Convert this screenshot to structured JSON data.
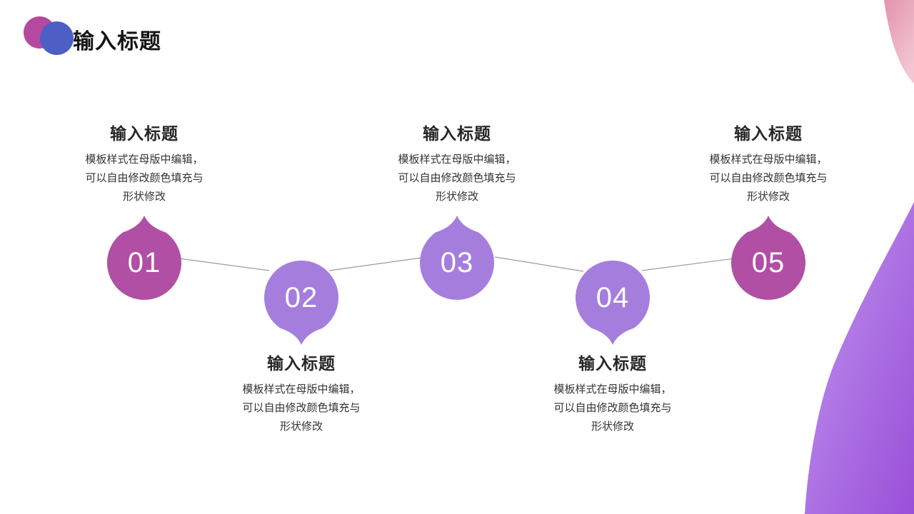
{
  "header": {
    "title": "输入标题",
    "logo": {
      "magenta": "#b5489f",
      "blue": "#4d5ec4"
    }
  },
  "timeline": {
    "connector_color": "#9b9b9b",
    "number_text_color": "#ffffff",
    "items": [
      {
        "number": "01",
        "title": "输入标题",
        "line1": "模板样式在母版中编辑，",
        "line2": "可以自由修改颜色填充与",
        "line3": "形状修改",
        "color": "#b04fa4",
        "text_position": "above"
      },
      {
        "number": "02",
        "title": "输入标题",
        "line1": "模板样式在母版中编辑，",
        "line2": "可以自由修改颜色填充与",
        "line3": "形状修改",
        "color": "#a57edd",
        "text_position": "below"
      },
      {
        "number": "03",
        "title": "输入标题",
        "line1": "模板样式在母版中编辑，",
        "line2": "可以自由修改颜色填充与",
        "line3": "形状修改",
        "color": "#a57edd",
        "text_position": "above"
      },
      {
        "number": "04",
        "title": "输入标题",
        "line1": "模板样式在母版中编辑，",
        "line2": "可以自由修改颜色填充与",
        "line3": "形状修改",
        "color": "#a57edd",
        "text_position": "below"
      },
      {
        "number": "05",
        "title": "输入标题",
        "line1": "模板样式在母版中编辑，",
        "line2": "可以自由修改颜色填充与",
        "line3": "形状修改",
        "color": "#b04fa4",
        "text_position": "above"
      }
    ]
  },
  "decor": {
    "top_right": {
      "from": "#e293ac",
      "to": "#f3c6d3"
    },
    "bottom_right": {
      "from": "#c096ee",
      "to": "#9a4fd8"
    }
  }
}
